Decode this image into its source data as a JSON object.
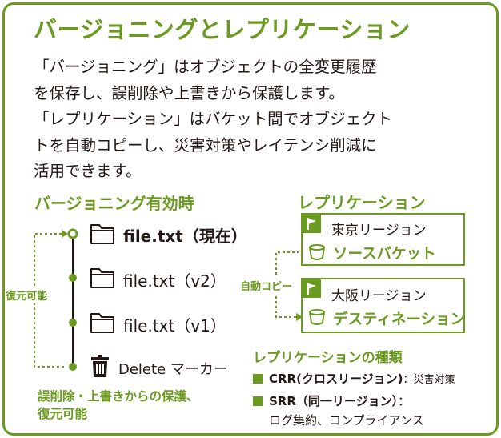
{
  "title": "バージョニングとレプリケーション",
  "intro": [
    "「バージョニング」はオブジェクトの全変更履歴",
    "を保存し、誤削除や上書きから保護します。",
    "「レプリケーション」はバケット間でオブジェクト",
    "トを自動コピーし、災害対策やレイテンシ削減に",
    "活用できます。"
  ],
  "versioning": {
    "heading": "バージョニング有効時",
    "current_file": "file.txt（現在）",
    "v2_file": "file.txt（v2）",
    "v1_file": "file.txt（v1）",
    "delete_marker": "Delete マーカー",
    "restore_label": "復元可能",
    "note_line1": "誤削除・上書きからの保護、",
    "note_line2": "復元可能"
  },
  "replication": {
    "heading": "レプリケーション",
    "auto_copy_label": "自動コピー",
    "source_region": "東京リージョン",
    "source_bucket": "ソースバケット",
    "dest_region": "大阪リージョン",
    "dest_bucket": "デスティネーション"
  },
  "types": {
    "heading": "レプリケーションの種類",
    "crr_name": "CRR(クロスリージョン)",
    "crr_desc": "：災害対策",
    "srr_name": "SRR（同一リージョン）",
    "srr_sep": "：",
    "srr_desc": "ログ集約、コンプライアンス"
  },
  "colors": {
    "accent": "#6a9a1f",
    "text": "#231815"
  },
  "icons": [
    "folder-icon",
    "trash-icon",
    "flag-icon",
    "bucket-icon"
  ]
}
